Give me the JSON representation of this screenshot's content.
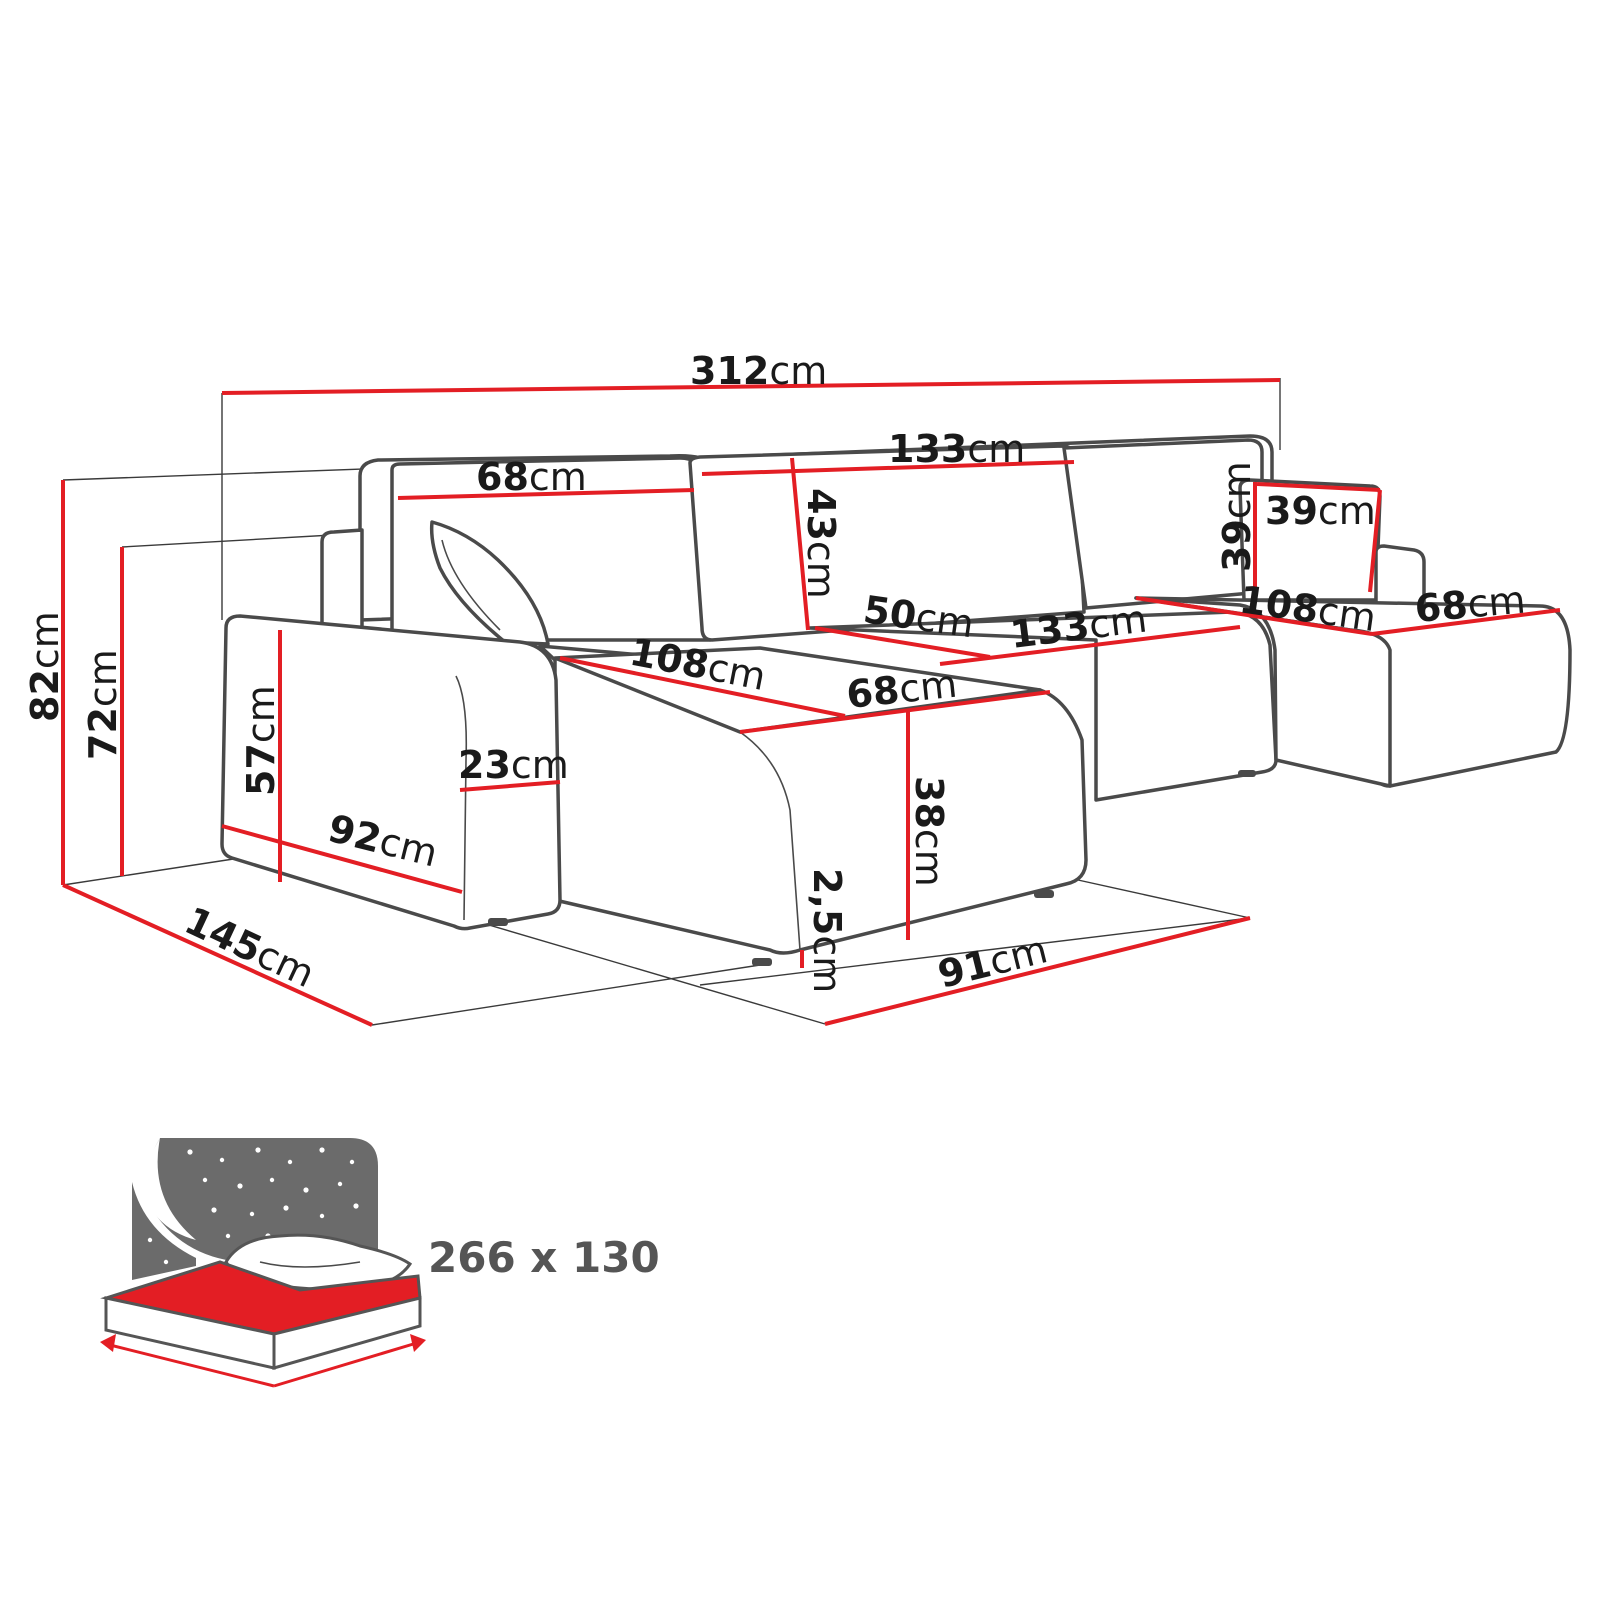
{
  "unit": "cm",
  "dimensions": {
    "total_width": "312",
    "total_height": "82",
    "back_height": "72",
    "depth_left": "145",
    "back_cushion_left_width": "68",
    "back_cushion_center_width": "133",
    "back_cushion_height": "43",
    "right_back_height": "39",
    "right_back_width": "39",
    "seat_depth_left": "108",
    "chaise_width_left": "68",
    "seat_depth_center": "50",
    "seat_width_center": "133",
    "seat_depth_right": "108",
    "chaise_width_right": "68",
    "armrest_height": "57",
    "armrest_width": "23",
    "armrest_depth": "92",
    "seat_height": "38",
    "leg_height": "2,5",
    "chaise_front_width": "91"
  },
  "bed": {
    "label": "266 x 130"
  }
}
